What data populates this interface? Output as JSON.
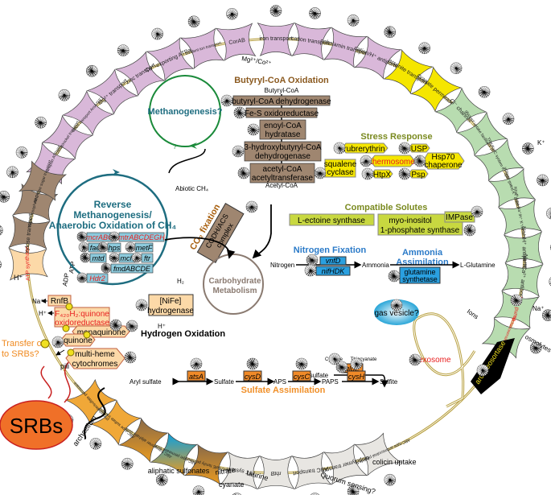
{
  "membrane_transporters": [
    {
      "label": "Ca²⁺ transport ATPase",
      "angle": 205,
      "color": "#d9b8d9"
    },
    {
      "label": "cobalt/nickel transport",
      "angle": 213,
      "color": "#d9b8d9"
    },
    {
      "label": "anion transport ArsA/GET3",
      "angle": 221,
      "color": "#d9b8d9"
    },
    {
      "label": "Mg²⁺ transport",
      "angle": 229,
      "color": "#d9b8d9"
    },
    {
      "label": "zinc transport",
      "angle": 237,
      "color": "#d9b8d9"
    },
    {
      "label": "Cu⁺-exporting ATPase",
      "angle": 245,
      "color": "#d9b8d9"
    },
    {
      "label": "divalent ion transport",
      "angle": 253,
      "color": "#d9b8d9"
    },
    {
      "label": "CorAB",
      "angle": 261,
      "color": "#d9b8d9"
    },
    {
      "label": "iron transport",
      "angle": 270,
      "color": "#d9b8d9"
    },
    {
      "label": "cation transport",
      "angle": 278,
      "color": "#d9b8d9"
    },
    {
      "label": "cobalamin transport",
      "angle": 286,
      "color": "#d9b8d9"
    },
    {
      "label": "cation/H⁺ antiporter",
      "angle": 294,
      "color": "#d9b8d9"
    },
    {
      "label": "arsenite transport",
      "angle": 302,
      "color": "#f5e600"
    },
    {
      "label": "cyanate permease",
      "angle": 310,
      "color": "#f5e600"
    },
    {
      "label": "Cl⁻ channel",
      "angle": 318,
      "color": "#b8dcb0"
    },
    {
      "label": "glycerol uptake facilitator protein",
      "angle": 326,
      "color": "#b8dcb0"
    },
    {
      "label": "TRK/KefC system K⁺ uptake",
      "angle": 334,
      "color": "#b8dcb0"
    },
    {
      "label": "voltage-gated K⁺ channel",
      "angle": 342,
      "color": "#b8dcb0"
    },
    {
      "label": "NhaP-type Na⁺/H⁺ K⁺/H⁺ antiporter",
      "angle": 350,
      "color": "#b8dcb0"
    },
    {
      "label": "Na⁺/H⁺ antiporter",
      "angle": 358,
      "color": "#b8dcb0"
    },
    {
      "label": "Na⁺/Ca²⁺ antiporter",
      "angle": 6,
      "color": "#b8dcb0"
    },
    {
      "label": "Na⁺ pump",
      "angle": 14,
      "color": "#b8dcb0",
      "red": true
    },
    {
      "label": "mechanosensitive channel",
      "angle": 22,
      "color": "#b8dcb0",
      "red": true
    },
    {
      "label": "ABC-type antimicrobial peptide transport",
      "angle": 66,
      "color": "#e8e6e2"
    },
    {
      "label": "biopolymer transport",
      "angle": 74,
      "color": "#e8e6e2"
    },
    {
      "label": "ABC transport",
      "angle": 82,
      "color": "#e8e6e2"
    },
    {
      "label": "rhtB",
      "angle": 90,
      "color": "#e8e6e2",
      "italic": true
    },
    {
      "label": "TTT system",
      "angle": 98,
      "color": "#e8e6e2"
    },
    {
      "label": "TauE/SafE family permease",
      "angle": 106,
      "color": "#e8a040"
    },
    {
      "label": "ABC-type permease ssuC",
      "angle": 114,
      "color": "#3aa8e0"
    },
    {
      "label": "ABC transporter aliphatic sulfonates",
      "angle": 122,
      "color": "#9a7048"
    },
    {
      "label": "ABC-type sulfate transport",
      "angle": 130,
      "color": "#f0a838"
    },
    {
      "label": "phosphate/sulfate permease",
      "angle": 138,
      "color": "#f0a838"
    },
    {
      "label": "ATP synthase",
      "angle": 178,
      "color": "#fcd9a8",
      "red": true
    },
    {
      "label": "xylose transport",
      "angle": 186,
      "color": "#9f8670"
    },
    {
      "label": "sugar phosphate permease",
      "angle": 194,
      "color": "#9f8670"
    },
    {
      "label": "ABC-type sugar transport",
      "angle": 200,
      "color": "#9f8670"
    }
  ],
  "outer_labels": {
    "mg_co": "Mg²⁺/Co²⁺",
    "k_plus": "K⁺",
    "na_plus_right": "Na⁺",
    "ions": "Ions",
    "osmolytes": "osmolytes",
    "archaeosortase": "archaeosortase",
    "colicin_uptake": "colicin uptake",
    "quorum_sensing": "Quorum sensing?",
    "taurine": "taurine",
    "nitrate": "nitrate",
    "cyanate": "cyanate",
    "aliphatic_sulfonates": "aliphatic sulfonates",
    "archaellum": "archaellum",
    "pili": "pili",
    "srbs": "SRBs",
    "transfer_srbs_1": "Transfer of",
    "transfer_srbs_2": "to SRBs?",
    "h_plus": "H⁺",
    "na_plus_left": "Na⁺",
    "h_plus_2": "H⁺",
    "adp": "ADP",
    "atp": "ATP",
    "exosome": "exosome",
    "gas_vesicle": "gas vesicle?"
  },
  "electron_transport": {
    "rnfb": "RnfB",
    "f420_1": "F₄₂₀H₂:quinone",
    "f420_2": "oxidoreductase",
    "menaquinone": "menaquinone",
    "quinone": "quinone",
    "cyt_1": "multi-heme",
    "cyt_2": "cytochromes",
    "e": "e⁻"
  },
  "methanogenesis": {
    "title": "Methanogenesis?",
    "q": "?",
    "abiotic": "Abiotic CH₄"
  },
  "reverse_methanogenesis": {
    "title_1": "Reverse",
    "title_2": "Methanogenesis/",
    "title_3": "Anaerobic Oxidation of CH₄",
    "genes": [
      "mcrABG",
      "mtrABCDEGH",
      "fae",
      "hps",
      "metF",
      "mtd",
      "mch",
      "ftr",
      "fmdABCDE",
      "Hdr2"
    ]
  },
  "co2_fixation": {
    "title": "CO₂ fixation",
    "enzyme_1": "CODH/ACS",
    "enzyme_2": "complex"
  },
  "carbohydrate": {
    "line1": "Carbohydrate",
    "line2": "Metabolism"
  },
  "hydrogen_oxidation": {
    "title": "Hydrogen Oxidation",
    "h2": "H₂",
    "hplus": "H⁺",
    "enzyme_1": "[NiFe]",
    "enzyme_2": "hydrogenase"
  },
  "butyryl_coa": {
    "title": "Butyryl-CoA Oxidation",
    "start": "Butyryl-CoA",
    "end": "Acetyl-CoA",
    "enzymes": [
      [
        "butyryl-CoA dehydrogenase"
      ],
      [
        "Fe-S oxidoreductase"
      ],
      [
        "enoyl-CoA",
        "hydratase"
      ],
      [
        "3-hydroxybutyryl-CoA",
        "dehydrogenase"
      ],
      [
        "acetyl-CoA",
        "acetyltransferase"
      ]
    ]
  },
  "stress_response": {
    "title": "Stress Response",
    "items": [
      "rubrerythrin",
      "USP",
      "thermosome",
      "Hsp70",
      "chaperone",
      "squalene",
      "cyclase",
      "HtpX",
      "Psp"
    ]
  },
  "compatible_solutes": {
    "title": "Compatible Solutes",
    "ectoine": "L-ectoine synthase",
    "myo_1": "myo-inositol",
    "myo_2": "1-phosphate synthase",
    "impase": "IMPase"
  },
  "nitrogen_fixation": {
    "title": "Nitrogen Fixation",
    "nitrogen": "Nitrogen",
    "ammonia": "Ammonia",
    "genes": [
      "vnfD",
      "nifHDK"
    ]
  },
  "ammonia_assimilation": {
    "title_1": "Ammonia",
    "title_2": "Assimilation",
    "product": "L-Glutamine",
    "enzyme_1": "glutamine",
    "enzyme_2": "synthetase"
  },
  "sulfate_assimilation": {
    "title": "Sulfate Assimilation",
    "compounds": [
      "Aryl sulfate",
      "Sulfate",
      "APS",
      "PAPS",
      "Sulfite",
      "Thiosulfate",
      "Cyanide",
      "Thiocyanate"
    ],
    "genes": [
      "atsA",
      "cysD",
      "cysC",
      "cysH",
      "glpE"
    ]
  }
}
